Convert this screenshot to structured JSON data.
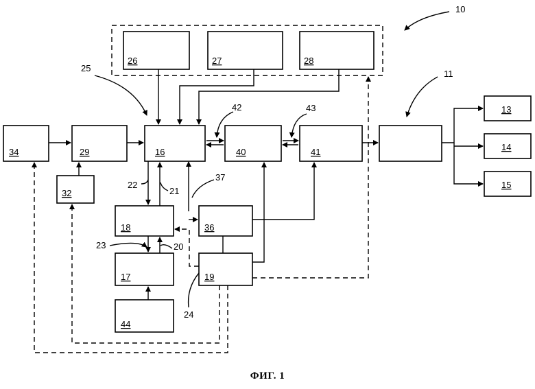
{
  "blocks": {
    "b26": "26",
    "b27": "27",
    "b28": "28",
    "b34": "34",
    "b29": "29",
    "b16": "16",
    "b40": "40",
    "b41": "41",
    "b32": "32",
    "b18": "18",
    "b36": "36",
    "b17": "17",
    "b19": "19",
    "b44": "44",
    "b13": "13",
    "b14": "14",
    "b15": "15"
  },
  "refs": {
    "r10": "10",
    "r11": "11",
    "r25": "25",
    "r42": "42",
    "r43": "43",
    "r22": "22",
    "r21": "21",
    "r37": "37",
    "r23": "23",
    "r20": "20",
    "r24": "24"
  },
  "caption": "ФИГ. 1"
}
